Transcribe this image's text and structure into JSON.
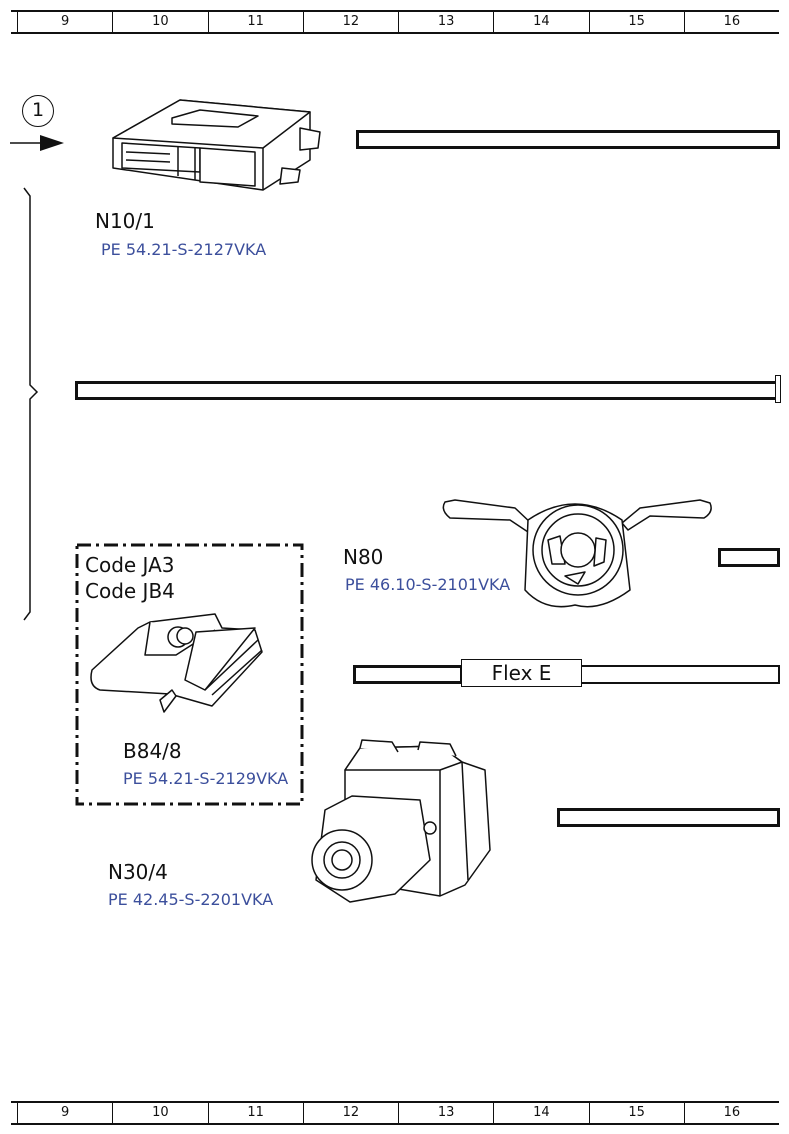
{
  "ruler": {
    "columns": [
      "9",
      "10",
      "11",
      "12",
      "13",
      "14",
      "15",
      "16"
    ]
  },
  "reference_marker": "1",
  "components": {
    "n10_1": {
      "id": "N10/1",
      "ref": "PE 54.21-S-2127VKA"
    },
    "n80": {
      "id": "N80",
      "ref": "PE 46.10-S-2101VKA"
    },
    "b84_8": {
      "id": "B84/8",
      "ref": "PE 54.21-S-2129VKA",
      "codes": [
        "Code JA3",
        "Code JB4"
      ]
    },
    "n30_4": {
      "id": "N30/4",
      "ref": "PE 42.45-S-2201VKA"
    }
  },
  "flex_label": "Flex E",
  "colors": {
    "reference_text": "#3c4f9c",
    "line": "#111111"
  }
}
